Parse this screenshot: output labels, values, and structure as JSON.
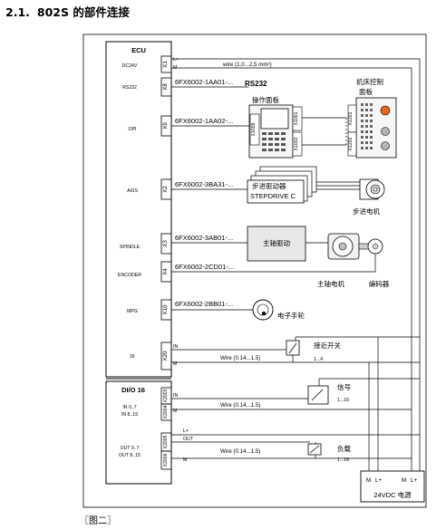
{
  "heading": {
    "number": "2.1.",
    "title": "802S 的部件连接"
  },
  "caption": "〖图二〗",
  "ecu": {
    "title": "ECU",
    "labels": {
      "dc24v": "DC24V",
      "rs232": "RS232",
      "opi": "OPI",
      "axis": "AXIS",
      "spindle": "SPINDLE",
      "encoder": "ENCODER",
      "mpg": "MPG",
      "di": "DI"
    },
    "connectors": {
      "x1": "X1",
      "x8": "X8",
      "x9": "X9",
      "x2": "X2",
      "x3": "X3",
      "x4": "X4",
      "x10": "X10",
      "x20": "X20"
    },
    "pins": {
      "lplus": "L+",
      "m": "M",
      "in": "IN",
      "out": "OUT"
    }
  },
  "dio": {
    "title": "DI/O 16",
    "in_ranges": [
      "IN 0..7",
      "IN 8..15"
    ],
    "out_ranges": [
      "OUT 0..7",
      "OUT 8..15"
    ],
    "connectors": {
      "x2003": "X2003",
      "x2004": "X2004",
      "x2005": "X2005",
      "x2006": "X2006"
    }
  },
  "cables": {
    "power": "wire (1,0...2,5 mm²)",
    "rs232_part": "6FX6002-1AA01-...",
    "rs232_label": "RS232",
    "opi_part": "6FX6002-1AA02-...",
    "axis_part": "6FX6002-3BA31-...",
    "spindle_part": "6FX6002-3AB01-...",
    "encoder_part": "6FX6002-2CD01-...",
    "mpg_part": "6FX6002-2BB01-...",
    "wire_small": "Wire (0.14...1.5)"
  },
  "devices": {
    "op_panel": "操作面板",
    "op_x1009": "X1009",
    "op_x1001": "X1001",
    "op_x1002": "X1002",
    "mcp_title_1": "机床控制",
    "mcp_title_2": "面板",
    "mcp_x1201": "X1201",
    "mcp_x1202": "X1202",
    "stepper_drive_1": "步进驱动器",
    "stepper_drive_2": "STEPDRIVE C",
    "stepper_motor": "步进电机",
    "spindle_drive": "主轴驱动",
    "spindle_motor": "主轴电机",
    "encoder": "编码器",
    "handwheel": "电子手轮",
    "prox_switch": "接近开关",
    "prox_range": "1...4",
    "signal": "信号",
    "signal_range": "1...16",
    "load": "负载",
    "load_range": "1...16",
    "psu_terminals": [
      "M",
      "L+",
      "M",
      "L+"
    ],
    "psu_label": "24VDC 电源"
  },
  "colors": {
    "line": "#000000",
    "device_fill": "#e8e8e8",
    "panel_fill": "#f0f0f0",
    "knob_orange": "#e8661e",
    "knob_grey": "#b4b4b4"
  }
}
